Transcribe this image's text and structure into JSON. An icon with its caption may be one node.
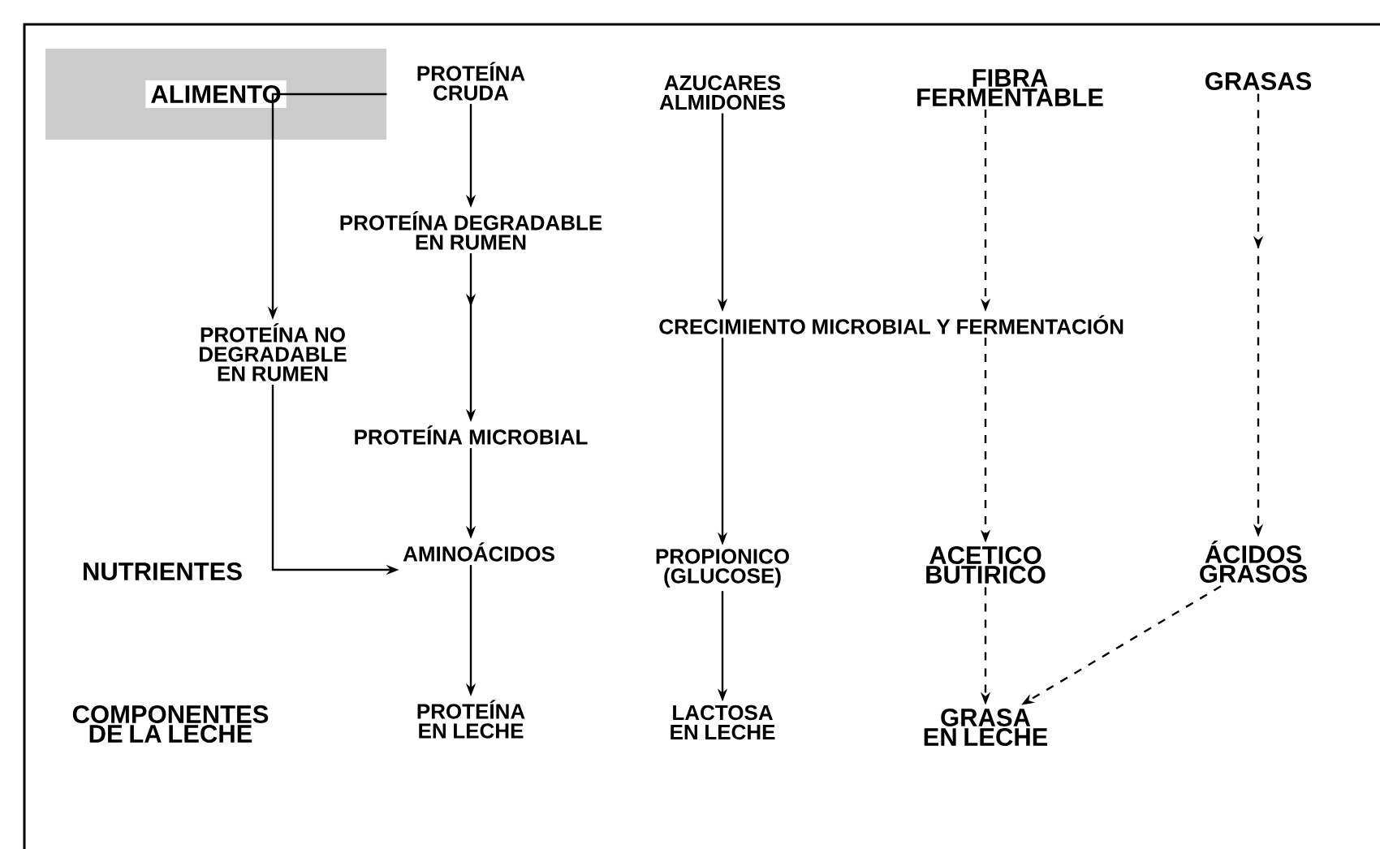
{
  "diagram": {
    "nodes": [
      {
        "text": [
          "ALIMENTO"
        ]
      },
      {
        "text": [
          "PROTEÍNA CRUDA"
        ]
      },
      {
        "text": [
          "AZUCARES ALMIDONES"
        ]
      },
      {
        "text": [
          "FIBRA FERMENTABLE"
        ]
      },
      {
        "text": [
          "GRASAS"
        ]
      },
      {
        "text": [
          "PROTEÍNA DEGRADABLE EN RUMEN"
        ]
      },
      {
        "text": [
          "PROTEÍNA NO DEGRADABLE EN RUMEN"
        ]
      },
      {
        "text": [
          "CRECIMIENTO MICROBIAL Y FERMENTACIÓN"
        ]
      },
      {
        "text": [
          "PROTEÍNA MICROBIAL"
        ]
      },
      {
        "text": [
          "AMINOÁCIDOS"
        ]
      },
      {
        "text": [
          "PROPIONICO (GLUCOSE)"
        ]
      },
      {
        "text": [
          "ACETICO BUTIRICO"
        ]
      },
      {
        "text": [
          "ÁCIDOS GRASOS"
        ]
      },
      {
        "text": [
          "PROTEÍNA EN LECHE"
        ]
      },
      {
        "text": [
          "LACTOSA EN LECHE"
        ]
      },
      {
        "text": [
          "GRASA EN LECHE"
        ]
      }
    ],
    "edges": [
      {
        "from": 0,
        "to": 6,
        "arrow": "to"
      },
      {
        "from": 1,
        "to": 5,
        "arrow": "to"
      },
      {
        "from": 5,
        "to": 8,
        "arrow": "to"
      },
      {
        "from": 2,
        "to": 7,
        "arrow": "to"
      },
      {
        "from": 3,
        "to": 7,
        "arrow": "to",
        "style": "dashed"
      },
      {
        "from": 4,
        "to": 12,
        "arrow": "to",
        "style": "dashed"
      },
      {
        "from": 6,
        "to": 9,
        "arrow": "to"
      },
      {
        "from": 7,
        "to": 10,
        "arrow": "to"
      },
      {
        "from": 7,
        "to": 11,
        "arrow": "to",
        "style": "dashed"
      },
      {
        "from": 8,
        "to": 9,
        "arrow": "to"
      },
      {
        "from": 9,
        "to": 13,
        "arrow": "to"
      },
      {
        "from": 10,
        "to": 14,
        "arrow": "to"
      },
      {
        "from": 11,
        "to": 15,
        "arrow": "to",
        "style": "dashed"
      },
      {
        "from": 12,
        "to": 15,
        "arrow": "to",
        "style": "dashed"
      }
    ],
    "labels": [
      "NUTRIENTES",
      "COMPONENTES DE LA LECHE"
    ]
  }
}
